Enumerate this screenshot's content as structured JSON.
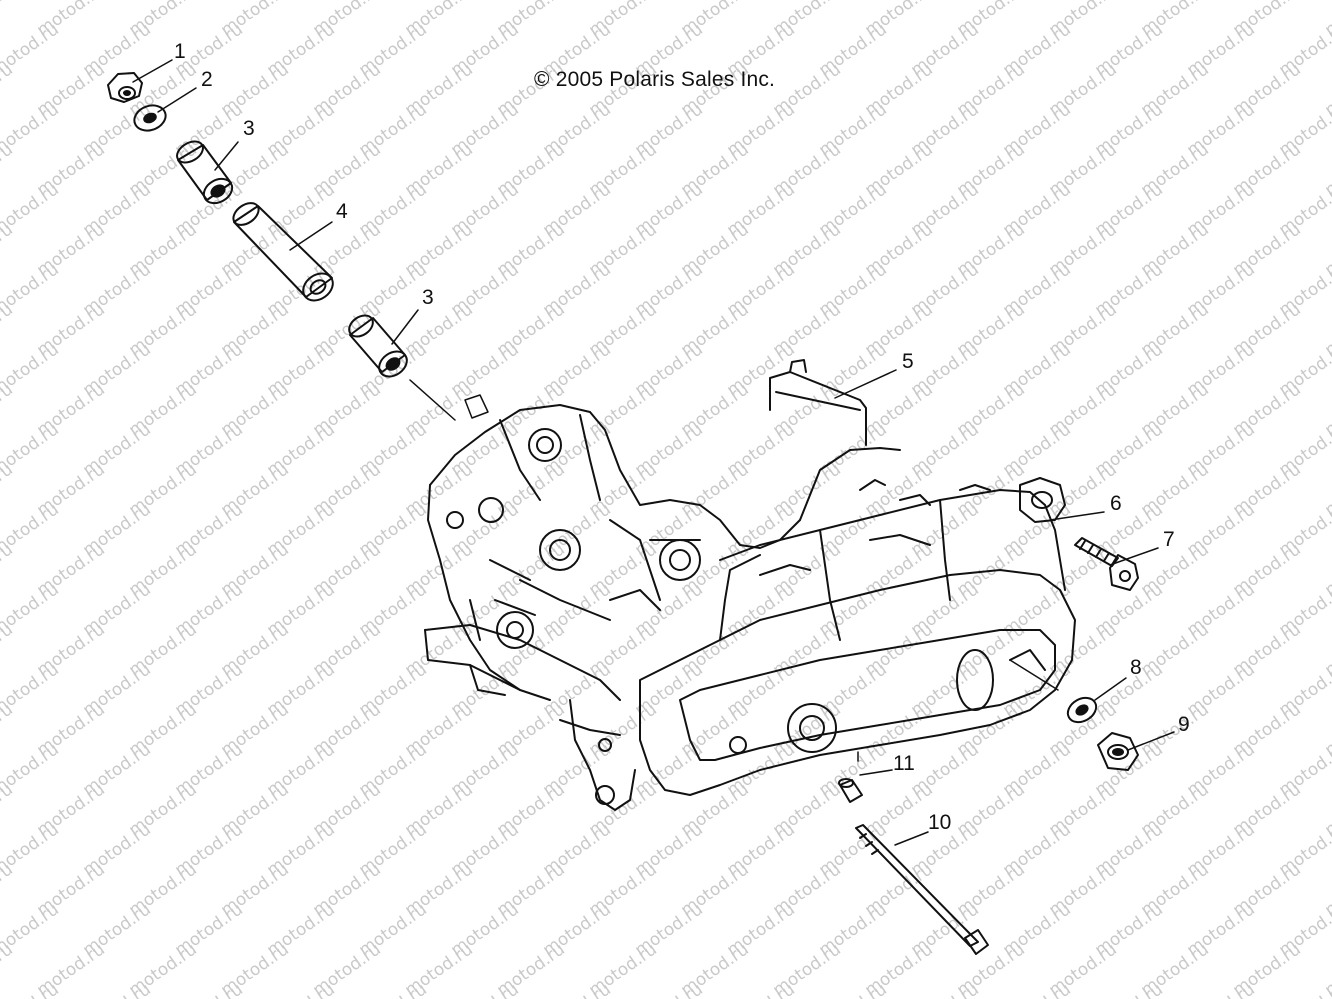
{
  "copyright": "© 2005 Polaris Sales Inc.",
  "watermark": "motod.ru",
  "callouts": [
    {
      "id": "c1",
      "label": "1"
    },
    {
      "id": "c2",
      "label": "2"
    },
    {
      "id": "c3a",
      "label": "3"
    },
    {
      "id": "c4",
      "label": "4"
    },
    {
      "id": "c3b",
      "label": "3"
    },
    {
      "id": "c5",
      "label": "5"
    },
    {
      "id": "c6",
      "label": "6"
    },
    {
      "id": "c7",
      "label": "7"
    },
    {
      "id": "c8",
      "label": "8"
    },
    {
      "id": "c9",
      "label": "9"
    },
    {
      "id": "c10",
      "label": "10"
    },
    {
      "id": "c11",
      "label": "11"
    }
  ],
  "colors": {
    "line": "#111111",
    "watermark": "#c9c9c9",
    "background": "#ffffff"
  }
}
